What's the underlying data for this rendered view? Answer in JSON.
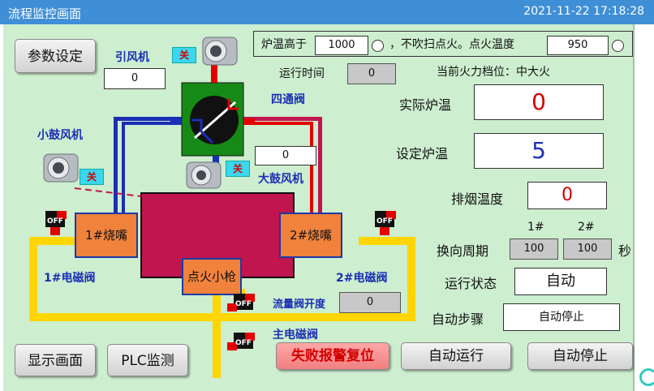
{
  "window": {
    "title": "流程监控画面",
    "datetime": "2021-11-22 17:18:28"
  },
  "buttons": {
    "param_set": "参数设定",
    "display": "显示画面",
    "plc": "PLC监测",
    "alarm_reset": "失败报警复位",
    "auto_run": "自动运行",
    "auto_stop": "自动停止"
  },
  "fans": {
    "induced": {
      "label": "引风机",
      "state": "关",
      "value": "0"
    },
    "small": {
      "label": "小鼓风机",
      "state": "关"
    },
    "large": {
      "label": "大鼓风机",
      "state": "关",
      "value": "0"
    }
  },
  "four_way_valve": {
    "label": "四通阀"
  },
  "run_time": {
    "label": "运行时间",
    "value": "0"
  },
  "furnace": {
    "temp_high_label": "炉温高于",
    "temp_high_value": "1000",
    "no_blow_text": "，不吹扫点火。点火温度",
    "ignition_temp_value": "950",
    "fire_level_label": "当前火力档位：中大火",
    "actual_temp_label": "实际炉温",
    "actual_temp_value": "0",
    "set_temp_label": "设定炉温",
    "set_temp_value": "5",
    "exhaust_label": "排烟温度",
    "exhaust_value": "0"
  },
  "burners": {
    "b1": "1#烧嘴",
    "b2": "2#烧嘴",
    "pilot": "点火小枪"
  },
  "valves": {
    "v1_label": "1#电磁阀",
    "v2_label": "2#电磁阀",
    "flow_label": "流量阀开度",
    "flow_value": "0",
    "main_label": "主电磁阀",
    "state_off": "OFF"
  },
  "reversing": {
    "label": "换向周期",
    "h1": "1#",
    "h2": "2#",
    "v1": "100",
    "v2": "100",
    "unit": "秒"
  },
  "status": {
    "run_label": "运行状态",
    "run_value": "自动",
    "step_label": "自动步骤",
    "step_value": "自动停止"
  },
  "colors": {
    "title_bar": "#3f8fd6",
    "panel": "#cdeecf",
    "furnace": "#c0154f",
    "burner": "#f0823c",
    "pipe_yellow": "#ffd600",
    "pipe_red": "#e40000",
    "valve_green": "#168a16",
    "alarm_red": "#d40000",
    "value_blue": "#1a2fb5"
  }
}
